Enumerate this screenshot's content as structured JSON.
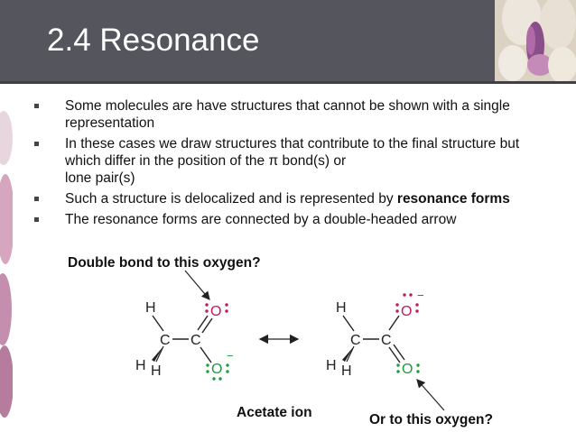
{
  "slide": {
    "title": "2.4 Resonance",
    "bullets": [
      {
        "text": "Some molecules are have structures that cannot be shown with a single representation"
      },
      {
        "line1": "In these cases we draw structures that contribute to the final structure but which differ in the position of the ",
        "pi": "π",
        "line1_end": " bond(s) or",
        "line2": "lone pair(s)"
      },
      {
        "text": "Such a structure is delocalized and is represented by ",
        "bold": "resonance forms"
      },
      {
        "text": "The resonance forms are connected by a double-headed arrow"
      }
    ]
  },
  "diagram": {
    "caption_top": "Double bond to this oxygen?",
    "caption_bottom_left": "Acetate ion",
    "caption_bottom_right": "Or to this oxygen?",
    "atoms": {
      "h": "H",
      "c": "C",
      "o": "O",
      "minus": "−"
    },
    "colors": {
      "magenta": "#c2185b",
      "green": "#1e9c3c",
      "ink": "#222222"
    }
  }
}
